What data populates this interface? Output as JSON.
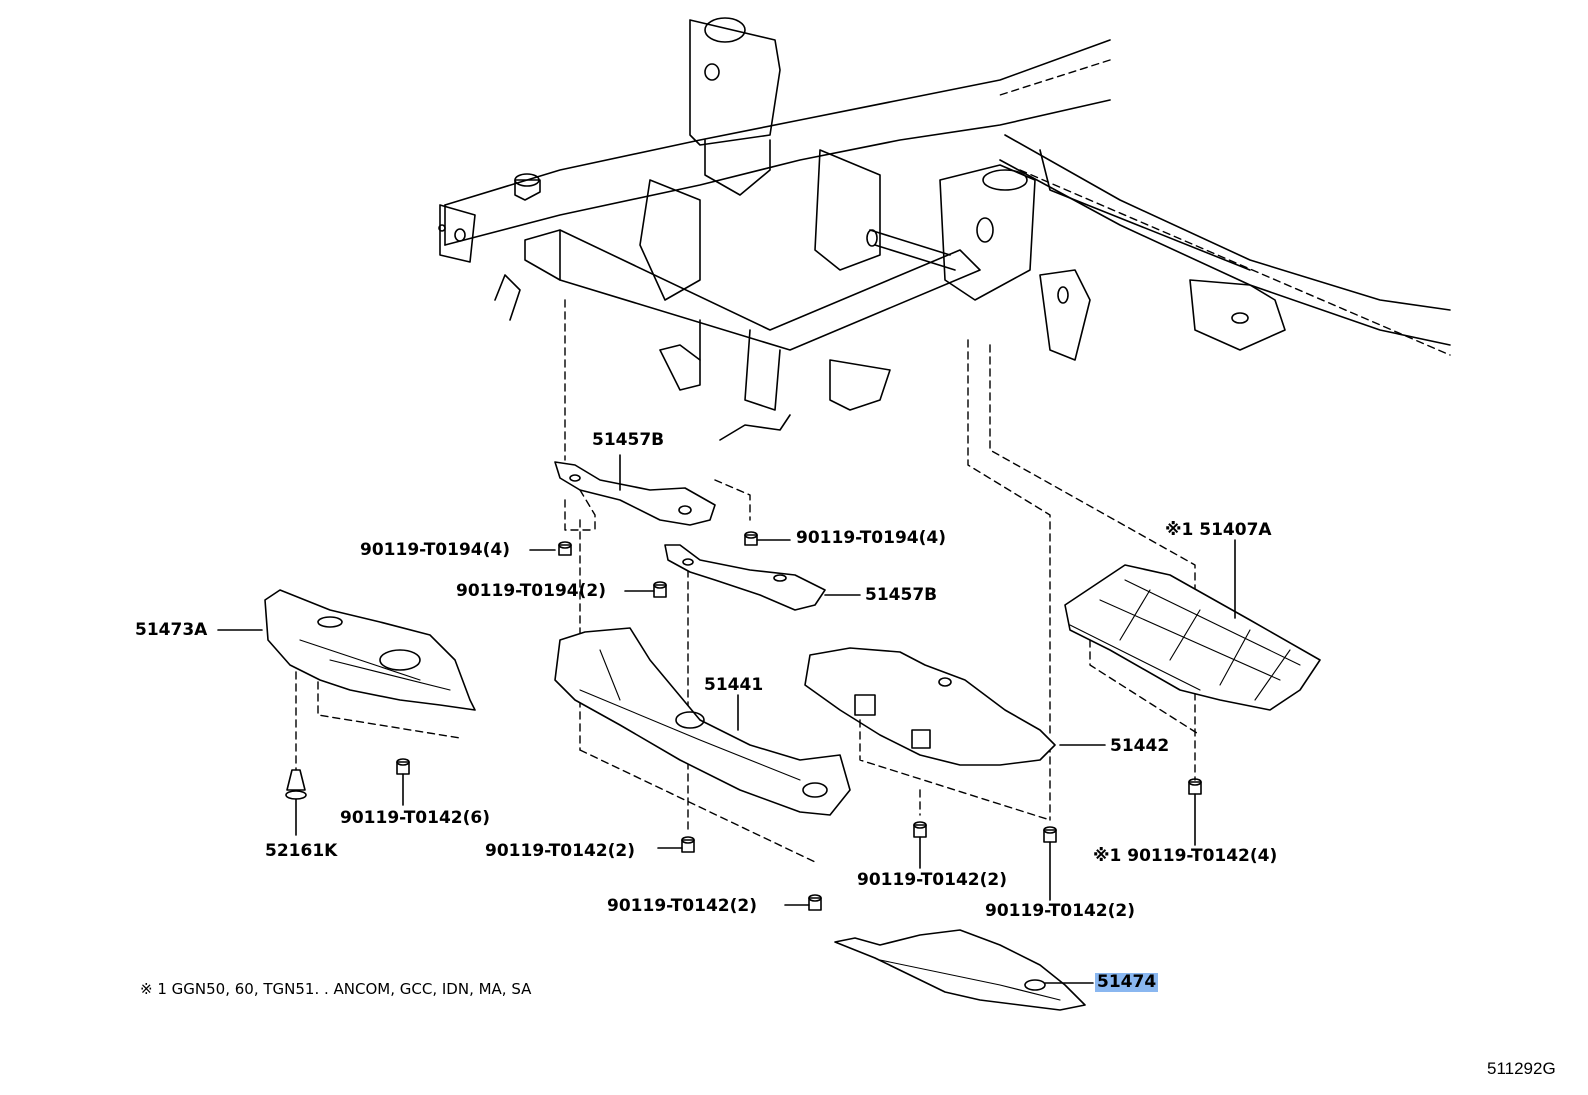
{
  "labels": {
    "p51457B_top": "51457B",
    "p51457B_mid": "51457B",
    "p51407A": "※1 51407A",
    "p51473A": "51473A",
    "p51441": "51441",
    "p51442": "51442",
    "p51474": "51474",
    "p52161K": "52161K",
    "b_t0194_4_left": "90119-T0194(4)",
    "b_t0194_4_right": "90119-T0194(4)",
    "b_t0194_2": "90119-T0194(2)",
    "b_t0142_6": "90119-T0142(6)",
    "b_t0142_2_a": "90119-T0142(2)",
    "b_t0142_2_b": "90119-T0142(2)",
    "b_t0142_2_c": "90119-T0142(2)",
    "b_t0142_2_d": "90119-T0142(2)",
    "b_t0142_4": "※1 90119-T0142(4)"
  },
  "footnote": "※ 1 GGN50, 60, TGN51. . ANCOM, GCC, IDN, MA, SA",
  "diagram_code": "511292G",
  "highlight_color": "#8ab7f0"
}
